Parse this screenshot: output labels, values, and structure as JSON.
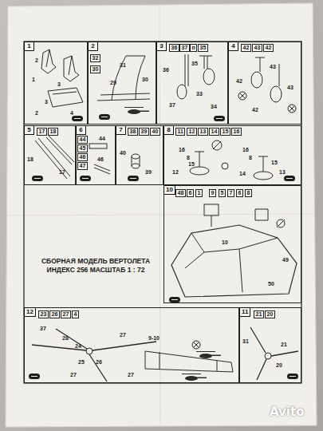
{
  "diagram": {
    "title": "СБОРНАЯ МОДЕЛЬ ВЕРТОЛЕТА ИНДЕКС 256 МАСШТАБ 1 : 72",
    "nodes": [
      {
        "text": [
          "1"
        ]
      },
      {
        "text": [
          "2"
        ]
      },
      {
        "text": [
          "3"
        ]
      },
      {
        "text": [
          "4"
        ]
      },
      {
        "text": [
          "5"
        ]
      },
      {
        "text": [
          "6"
        ]
      },
      {
        "text": [
          "7"
        ]
      },
      {
        "text": [
          "8"
        ]
      },
      {
        "text": [
          "10"
        ]
      },
      {
        "text": [
          "12"
        ]
      },
      {
        "text": [
          "11"
        ]
      }
    ],
    "labels": [
      "1",
      "2",
      "3",
      "3",
      "2",
      "4",
      "32",
      "30",
      "31",
      "29",
      "30",
      "36",
      "37",
      "п",
      "35",
      "36",
      "35",
      "37",
      "33",
      "34",
      "42",
      "43",
      "42",
      "43",
      "42",
      "42",
      "43",
      "17",
      "18",
      "18",
      "17",
      "44",
      "45",
      "46",
      "47",
      "44",
      "46",
      "38",
      "39",
      "40",
      "40",
      "39",
      "11",
      "12",
      "13",
      "14",
      "15",
      "16",
      "16",
      "8",
      "15",
      "12",
      "16",
      "8",
      "15",
      "14",
      "13",
      "48",
      "6",
      "1",
      "9",
      "5",
      "7",
      "6",
      "8",
      "10",
      "49",
      "50",
      "23",
      "26",
      "27",
      "4",
      "37",
      "28",
      "27",
      "24",
      "26",
      "25",
      "27",
      "27",
      "9-10",
      "21",
      "20",
      "31",
      "21",
      "20",
      "Avito"
    ]
  }
}
